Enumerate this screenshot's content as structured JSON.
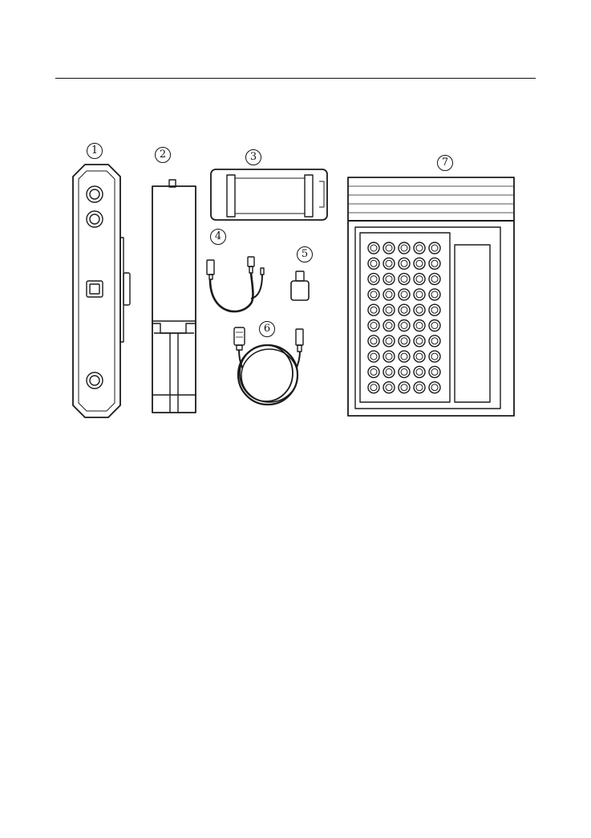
{
  "callouts": {
    "c1": "1",
    "c2": "2",
    "c3": "3",
    "c4": "4",
    "c5": "5",
    "c6": "6",
    "c7": "7"
  },
  "calibration_board": {
    "rows": 10,
    "cols": 5
  },
  "colors": {
    "line": "#1a1a1a",
    "fill_light": "#f4f4f4",
    "background": "#ffffff"
  }
}
